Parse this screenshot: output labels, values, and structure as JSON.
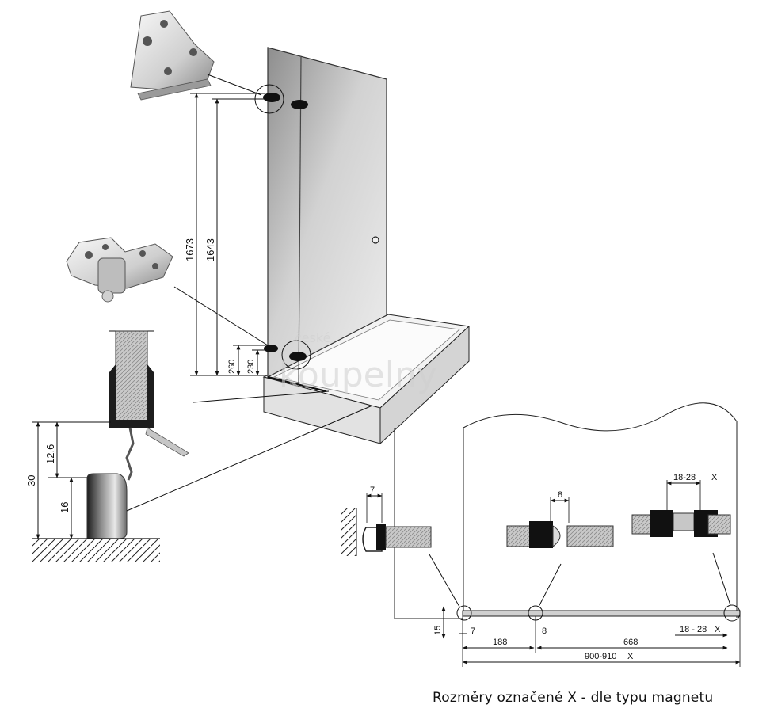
{
  "caption": "Rozměry označené X - dle typu magnetu",
  "watermark": {
    "line1": "české",
    "line2": "koupelny"
  },
  "dimensions": {
    "height_outer": "1673",
    "height_inner": "1643",
    "hinge_outer": "260",
    "hinge_inner": "230",
    "seal_total": "30",
    "seal_lip": "12,6",
    "threshold": "16",
    "seal_gap_wall": "7",
    "seal_gap_middle": "8",
    "seal_magnet_range": "18-28",
    "x_mark": "X",
    "plan_offset_vertical": "15",
    "plan_gap_wall": "7",
    "plan_fixed_width": "188",
    "plan_gap_middle": "8",
    "plan_door_width": "668",
    "plan_magnet_range": "18 - 28",
    "plan_total_width": "900-910",
    "plan_total_x": "X"
  },
  "colors": {
    "glass_light": "#e4e4e4",
    "glass_dark": "#9c9c9c",
    "line": "#111111",
    "seal_black": "#1a1a1a",
    "tray": "#eeeeee"
  }
}
